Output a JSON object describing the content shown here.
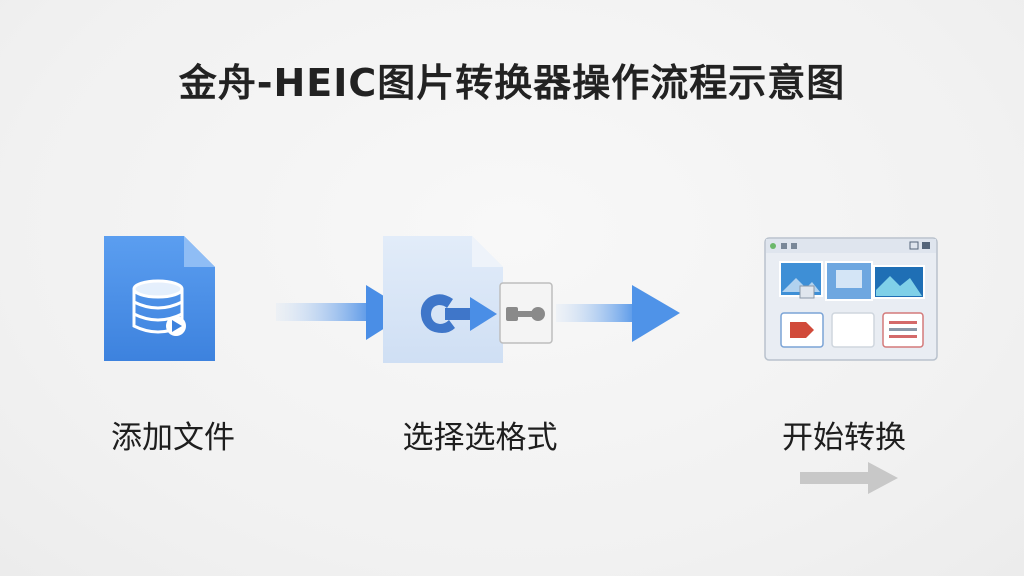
{
  "title": "金舟-HEIC图片转换器操作流程示意图",
  "steps": [
    {
      "label": "添加文件",
      "icon": "file-database-icon"
    },
    {
      "label": "选择选格式",
      "icon": "format-convert-icon"
    },
    {
      "label": "开始转换",
      "icon": "converter-window-icon"
    }
  ],
  "colors": {
    "accent_blue": "#4a8ee6",
    "arrow_blue": "#5a9be8",
    "gray_arrow": "#c8c8c8",
    "title": "#222222"
  }
}
